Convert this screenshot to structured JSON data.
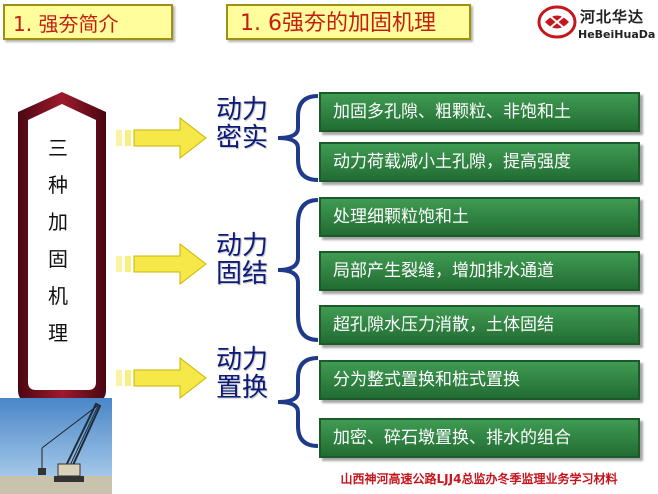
{
  "header": {
    "section_tag": "1. 强夯简介",
    "slide_title": "1. 6强夯的加固机理"
  },
  "logo": {
    "name_cn": "河北华达",
    "name_en": "HeBeiHuaDa"
  },
  "pillar": {
    "chars": [
      "三",
      "种",
      "加",
      "固",
      "机",
      "理"
    ]
  },
  "mechanisms": [
    {
      "label_lines": [
        "动力",
        "密实"
      ],
      "items": [
        "加固多孔隙、粗颗粒、非饱和土",
        "动力荷载减小土孔隙，提高强度"
      ]
    },
    {
      "label_lines": [
        "动力",
        "固结"
      ],
      "items": [
        "处理细颗粒饱和土",
        "局部产生裂缝，增加排水通道",
        "超孔隙水压力消散，土体固结"
      ]
    },
    {
      "label_lines": [
        "动力",
        "置换"
      ],
      "items": [
        "分为整式置换和桩式置换",
        "加密、碎石墩置换、排水的组合"
      ]
    }
  ],
  "footer": {
    "text": "山西神河高速公路LJJ4总监办冬季监理业务学习材料"
  },
  "colors": {
    "title_bg": "#fffd9c",
    "title_text": "#c41e14",
    "label_blue": "#0c1a7a",
    "item_green": "#2f8544",
    "pillar_maroon": "#7a1020",
    "arrow_yellow": "#f7e84a"
  }
}
